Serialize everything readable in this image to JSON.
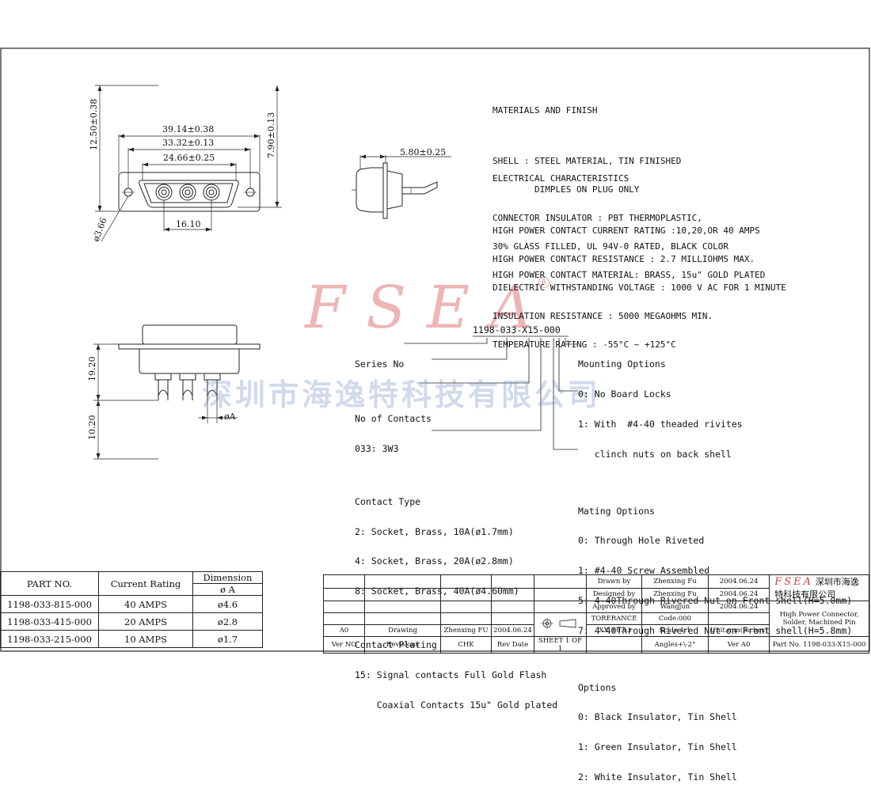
{
  "drawing": {
    "front_view": {
      "dim_height": "12.50±0.38",
      "dim_overall": "39.14±0.38",
      "dim_flange": "33.32±0.13",
      "dim_shell": "24.66±0.25",
      "dim_pitch": "16.10",
      "dim_hole": "ø3.66",
      "dim_right_height": "7.90±0.13"
    },
    "side_view": {
      "dim_depth": "5.80±0.25"
    },
    "bottom_view": {
      "dim_total_height": "19.20",
      "dim_pin_length": "10.20",
      "dim_pin_dia": "øA"
    }
  },
  "materials": {
    "title": "MATERIALS AND FINISH",
    "lines": [
      "SHELL : STEEL MATERIAL, TIN FINISHED",
      "        DIMPLES ON PLUG ONLY",
      "CONNECTOR INSULATOR : PBT THERMOPLASTIC,",
      "30% GLASS FILLED, UL 94V-0 RATED, BLACK COLOR",
      "HIGH POWER CONTACT MATERIAL: BRASS, 15u\" GOLD PLATED"
    ]
  },
  "electrical": {
    "title": "ELECTRICAL CHARACTERISTICS",
    "lines": [
      "HIGH POWER CONTACT CURRENT RATING :10,20,OR 40 AMPS",
      "HIGH POWER CONTACT RESISTANCE : 2.7 MILLIOHMS MAX.",
      "DIELECTRIC WITHSTANDING VOLTAGE : 1000 V AC FOR 1 MINUTE",
      "INSULATION RESISTANCE : 5000 MEGAOHMS MIN.",
      "TEMPERATURE RATING : -55°C ~ +125°C"
    ]
  },
  "watermark": {
    "logo": "FSEA",
    "company_cn": "深圳市海逸特科技有限公司"
  },
  "part_number": {
    "code": "1198-033-X15-000",
    "left": {
      "series": "Series No",
      "contacts_title": "No of Contacts",
      "contacts_value": "033: 3W3",
      "type_title": "Contact Type",
      "type_lines": [
        "2: Socket, Brass, 10A(ø1.7mm)",
        "4: Socket, Brass, 20A(ø2.8mm)",
        "8: Socket, Brass, 40A(ø4.60mm)"
      ],
      "plating_title": "Contact Plating",
      "plating_lines": [
        "15: Signal contacts Full Gold Flash",
        "    Coaxial Contacts 15u\" Gold plated"
      ]
    },
    "right": {
      "mounting_title": "Mounting Options",
      "mounting_lines": [
        "0: No Board Locks",
        "1: With  #4-40 theaded rivites",
        "   clinch nuts on back shell"
      ],
      "mating_title": "Mating Options",
      "mating_lines": [
        "0: Through Hole Riveted",
        "1: #4-40 Screw Assembled",
        "5: 4-40Through Rivered Nut on Front shell(H=5.0mm)",
        "7: 4-40Through Rivered Nut on Front shell(H=5.8mm)"
      ],
      "options_title": "Options",
      "options_lines": [
        "0: Black Insulator, Tin Shell",
        "1: Green Insulator, Tin Shell",
        "2: White Insulator, Tin Shell"
      ]
    }
  },
  "parts_table": {
    "headers": {
      "part": "PART NO.",
      "current": "Current Rating",
      "dimension": "Dimension",
      "dim_sub": "ø A"
    },
    "rows": [
      {
        "part": "1198-033-815-000",
        "current": "40 AMPS",
        "dim": "ø4.6"
      },
      {
        "part": "1198-033-415-000",
        "current": "20 AMPS",
        "dim": "ø2.8"
      },
      {
        "part": "1198-033-215-000",
        "current": "10 AMPS",
        "dim": "ø1.7"
      }
    ]
  },
  "title_block": {
    "drawn_label": "Drawn  by",
    "drawn_name": "Zhenxing Fu",
    "drawn_date": "2004.06.24",
    "designed_label": "Designed by",
    "designed_name": "Zhenxing Fu",
    "designed_date": "2004.06.24",
    "approved_label": "Approved by",
    "approved_name": "Wangjun",
    "approved_date": "2004.06.24",
    "tolerance_label": "TORERANCE",
    "code_label": "Code:000",
    "units": "Unit:mm(inches)",
    "tol_value": ".XX  ±0.13",
    "scale": "Scale 1:1",
    "angles": "Angles+\\-2°",
    "sheet": "SHEET 1 OF 1",
    "rev_ver": "A0",
    "rev_desc": "Drawing",
    "rev_chk": "Zhenxing FU",
    "rev_date": "2004.06.24",
    "hdr_ver": "Ver NO",
    "hdr_rev": "Revisions",
    "hdr_chk": "CHK",
    "hdr_date": "Rev Date",
    "logo": "FSEA",
    "company_cn": "深圳市海逸特科技有限公司",
    "product": "High Power Connector, Solder, Machined Pin",
    "ver_label": "Ver A0",
    "part_no": "Part No. 1198-033-X15-000"
  }
}
